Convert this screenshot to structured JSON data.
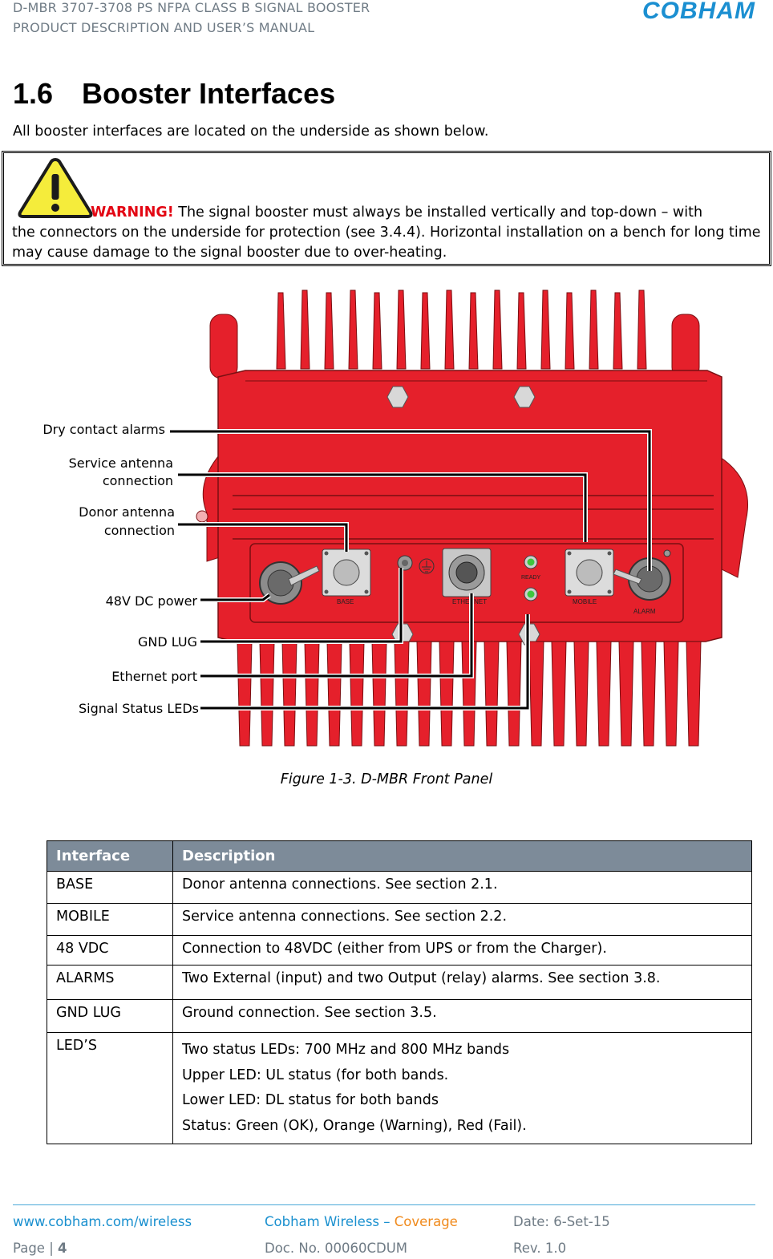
{
  "header": {
    "line1": "D-MBR 3707-3708 PS NFPA CLASS B SIGNAL BOOSTER",
    "line2": "PRODUCT DESCRIPTION AND USER’S MANUAL",
    "logo_text": "COBHAM"
  },
  "section": {
    "number": "1.6",
    "title": "Booster Interfaces",
    "intro": "All booster interfaces are located on the underside as shown below."
  },
  "warning": {
    "label": "WARNING!",
    "text_lead": " The signal booster must always be installed vertically and top-down – with",
    "text_rest": "the connectors on the underside for protection (see 3.4.4). Horizontal installation on a bench for long time may cause damage to the signal booster due to over-heating."
  },
  "figure": {
    "callouts": {
      "dry_contact": "Dry contact alarms",
      "service_1": "Service antenna",
      "service_2": "connection",
      "donor_1": "Donor antenna",
      "donor_2": "connection",
      "dc_power": "48V DC power",
      "gnd_lug": "GND LUG",
      "ethernet": "Ethernet port",
      "leds": "Signal Status LEDs"
    },
    "panel_labels": {
      "base": "BASE",
      "ethernet": "ETHERNET",
      "ready": "READY",
      "mobile": "MOBILE",
      "alarm": "ALARM"
    },
    "caption": "Figure 1-3. D-MBR Front Panel"
  },
  "table": {
    "headers": [
      "Interface",
      "Description"
    ],
    "rows": [
      {
        "interface": "BASE",
        "description": "Donor antenna connections. See section 2.1."
      },
      {
        "interface": "MOBILE",
        "description": "Service antenna connections. See section 2.2."
      },
      {
        "interface": "48 VDC",
        "description": "Connection to 48VDC (either from UPS or from the Charger)."
      },
      {
        "interface": "ALARMS",
        "description": "Two External (input) and two Output (relay) alarms. See section 3.8."
      },
      {
        "interface": "GND LUG",
        "description": "Ground connection. See section 3.5."
      }
    ],
    "led_row": {
      "interface": "LED’S",
      "lines": [
        "Two status LEDs: 700 MHz and 800 MHz bands",
        "Upper LED: UL status (for both bands.",
        "Lower LED: DL status for both bands",
        "Status: Green (OK), Orange (Warning), Red (Fail)."
      ]
    }
  },
  "footer": {
    "website": "www.cobham.com/wireless",
    "company": "Cobham Wireless",
    "dash": " – ",
    "coverage": "Coverage",
    "date": "Date: 6-Set-15",
    "page_label": "Page | ",
    "page_num": "4",
    "doc_no": "Doc. No. 00060CDUM",
    "rev": "Rev. 1.0"
  },
  "colors": {
    "booster_red": "#e5202b",
    "warning_red": "#e30613",
    "logo_blue": "#1b8fd1",
    "table_header": "#7d8b99"
  }
}
